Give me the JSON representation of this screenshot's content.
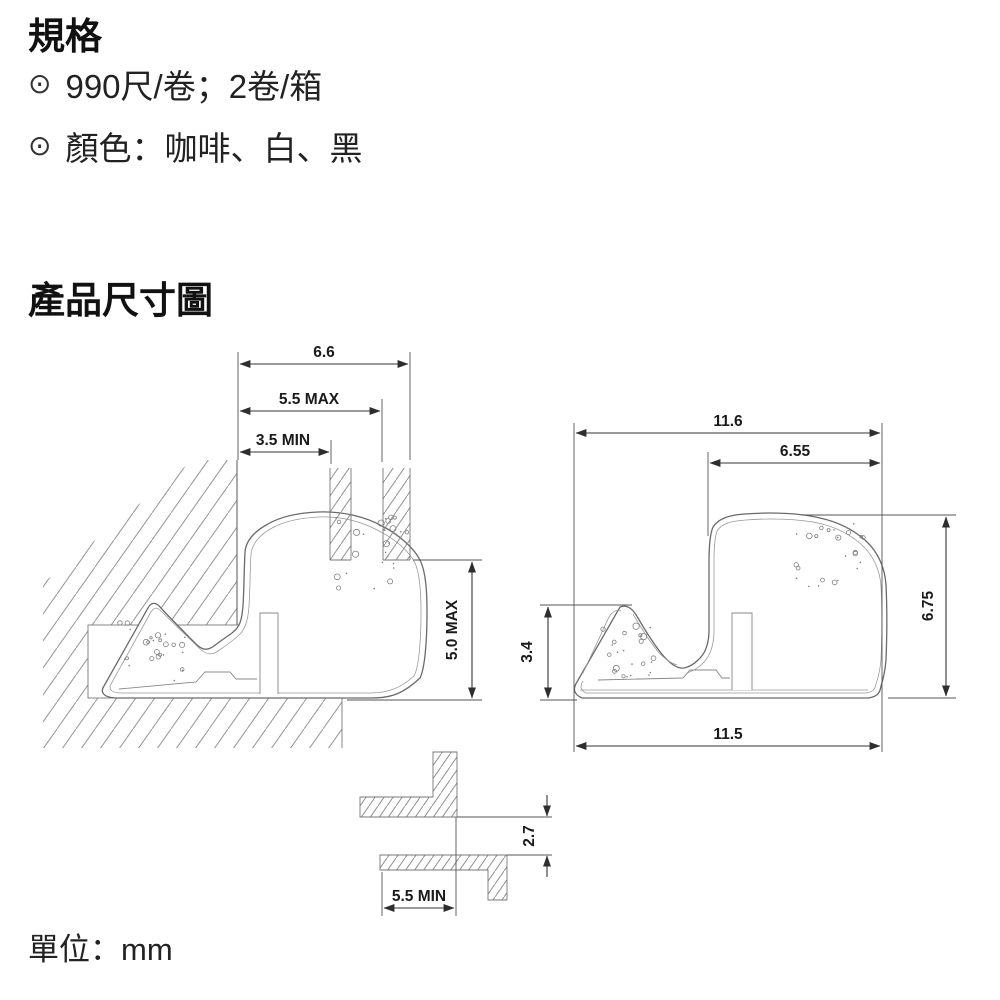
{
  "content": {
    "spec_heading": "規格",
    "bullets": [
      {
        "marker": "⊙",
        "text": "990尺/卷；2卷/箱"
      },
      {
        "marker": "⊙",
        "text": "顏色：咖啡、白、黑"
      }
    ],
    "diagram_heading": "產品尺寸圖",
    "unit_note": "單位：mm"
  },
  "dims": {
    "installed": {
      "top_width": "6.6",
      "mid_width": "5.5 MAX",
      "min_width": "3.5 MIN",
      "height": "5.0 MAX"
    },
    "free": {
      "overall_width": "11.6",
      "bulb_width": "6.55",
      "overall_height": "6.75",
      "flap_height": "3.4",
      "base_width": "11.5"
    },
    "kerf": {
      "slot_height": "2.7",
      "slot_depth": "5.5 MIN"
    }
  },
  "colors": {
    "background": "#ffffff",
    "text": "#111111",
    "profile_line": "#666666",
    "dimension_line": "#333333",
    "hatch_line": "#909090"
  }
}
